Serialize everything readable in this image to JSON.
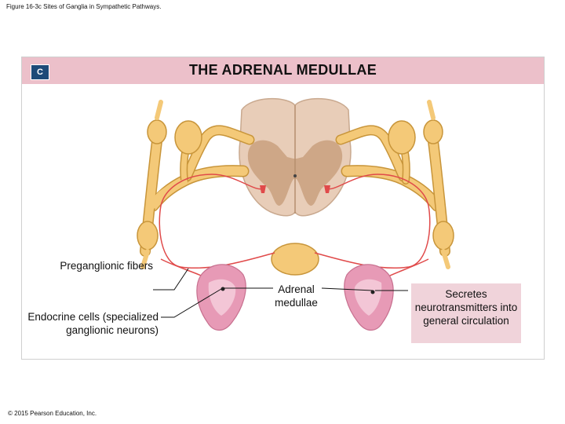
{
  "figure_title": "Figure 16-3c Sites of Ganglia in Sympathetic Pathways.",
  "panel": {
    "badge": "C",
    "heading": "THE ADRENAL MEDULLAE"
  },
  "labels": {
    "preganglionic": "Preganglionic fibers",
    "endocrine": "Endocrine cells (specialized ganglionic neurons)",
    "adrenal": "Adrenal medullae",
    "secretes": "Secretes neurotransmitters into general circulation"
  },
  "copyright": "© 2015 Pearson Education, Inc.",
  "colors": {
    "header_bg": "#ecc0ca",
    "badge_bg": "#1d4a78",
    "nerve": "#f4c978",
    "nerve_edge": "#c8953a",
    "fiber": "#e04a4a",
    "cord": "#e8cdb8",
    "gray_matter": "#c9a07e",
    "adrenal": "#e79ab6",
    "callout_bg": "#f0d3da"
  }
}
